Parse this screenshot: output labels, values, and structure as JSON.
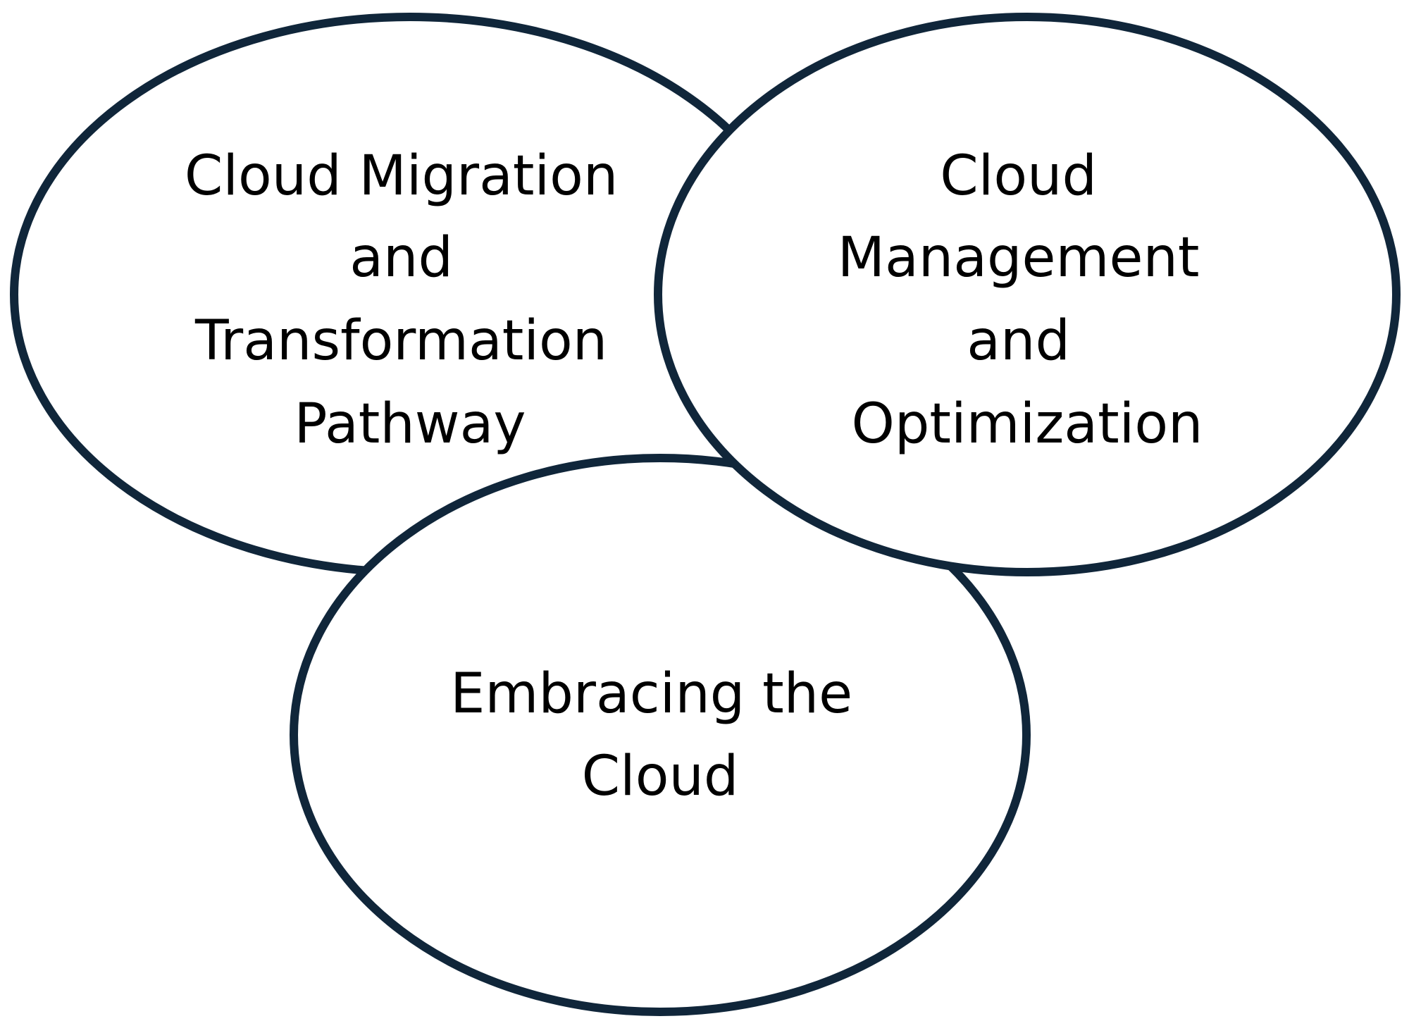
{
  "colors": {
    "outline": "#10263a",
    "background": "#ffffff",
    "text": "#000000"
  },
  "nodes": [
    {
      "id": "migration",
      "lines": [
        "Cloud Migration",
        "and",
        "Transformation",
        "Pathway"
      ]
    },
    {
      "id": "management",
      "lines": [
        "Cloud",
        "Management",
        "and",
        "Optimization"
      ]
    },
    {
      "id": "embracing",
      "lines": [
        "Embracing the",
        "Cloud"
      ]
    }
  ]
}
